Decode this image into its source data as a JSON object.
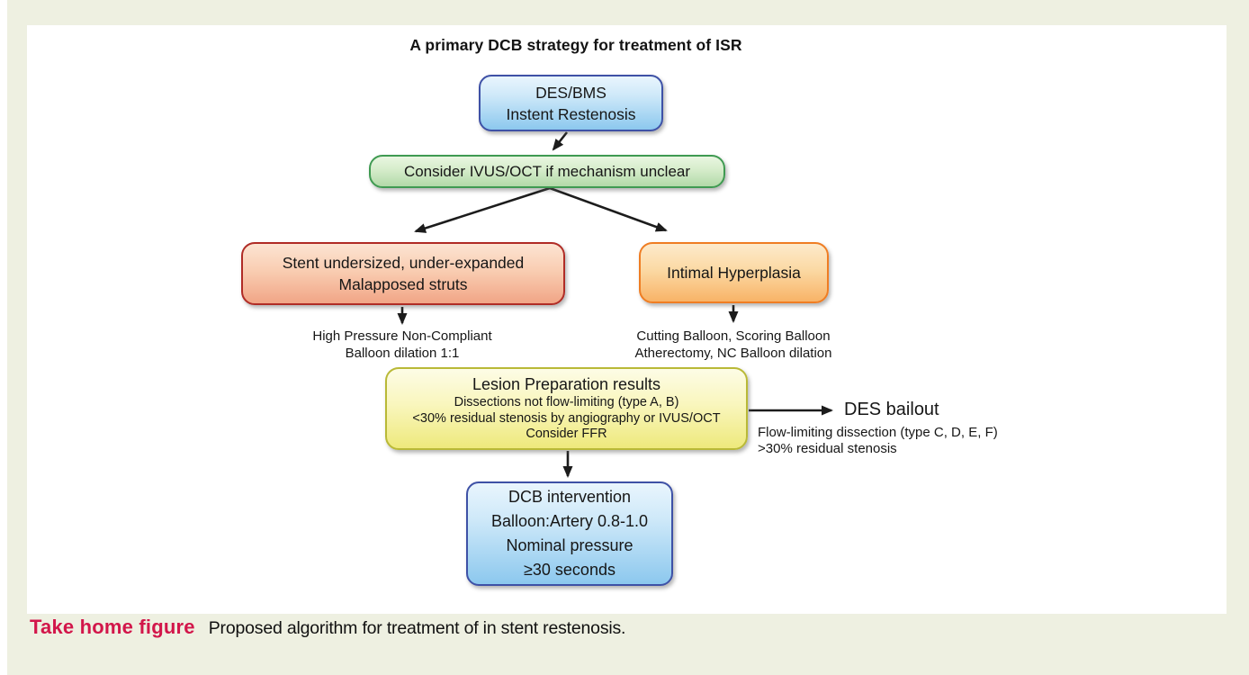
{
  "page": {
    "background": "#eef0e1",
    "panel_background": "#ffffff"
  },
  "figure": {
    "title": "A primary DCB strategy for treatment of ISR",
    "nodes": {
      "des_bms": {
        "lines": [
          "DES/BMS",
          "Instent Restenosis"
        ],
        "fill_top": "#e9f5fd",
        "fill_bottom": "#8cc8ee",
        "border": "#3e51a6"
      },
      "consider_ivus": {
        "lines": [
          "Consider IVUS/OCT if mechanism unclear"
        ],
        "fill_top": "#e9f6e1",
        "fill_bottom": "#b2d9a8",
        "border": "#3f9a51"
      },
      "stent_undersized": {
        "lines": [
          "Stent undersized, under-expanded",
          "Malapposed struts"
        ],
        "fill_top": "#fce4d2",
        "fill_bottom": "#f1a586",
        "border": "#b02c26"
      },
      "intimal_hyperplasia": {
        "lines": [
          "Intimal Hyperplasia"
        ],
        "fill_top": "#fdeacb",
        "fill_bottom": "#f8b367",
        "border": "#ef7d23"
      },
      "lesion_preparation": {
        "lines": [
          "Lesion Preparation results",
          "Dissections not flow-limiting (type A, B)",
          "<30% residual stenosis by angiography or IVUS/OCT",
          "Consider FFR"
        ],
        "fill_top": "#fdfce6",
        "fill_bottom": "#eee97c",
        "border": "#b9b937"
      },
      "dcb_intervention": {
        "lines": [
          "DCB intervention",
          "Balloon:Artery 0.8-1.0",
          "Nominal pressure",
          "≥30 seconds"
        ],
        "fill_top": "#e9f5fd",
        "fill_bottom": "#8cc8ee",
        "border": "#3e51a6"
      }
    },
    "annotations": {
      "high_pressure": {
        "lines": [
          "High Pressure Non-Compliant",
          "Balloon dilation 1:1"
        ]
      },
      "cutting_balloon": {
        "lines": [
          "Cutting Balloon, Scoring Balloon",
          "Atherectomy, NC Balloon dilation"
        ]
      },
      "des_bailout": {
        "title": "DES bailout",
        "lines": [
          "Flow-limiting dissection (type C, D, E, F)",
          ">30% residual stenosis"
        ]
      }
    },
    "caption": {
      "label": "Take home figure",
      "label_color": "#d2164a",
      "text": "Proposed algorithm for treatment of in stent restenosis."
    }
  }
}
